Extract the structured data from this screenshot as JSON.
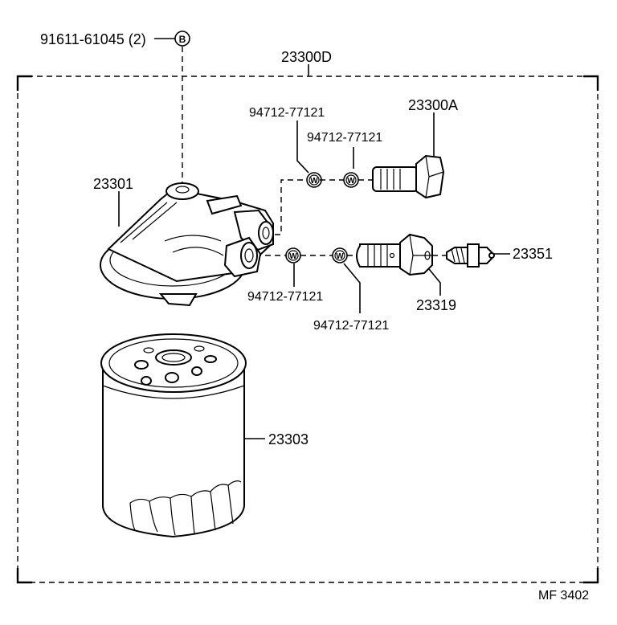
{
  "labels": {
    "bolt_b": "91611-61045 (2)",
    "assembly": "23300D",
    "washer_top_left": "94712-77121",
    "washer_top_right": "94712-77121",
    "union_bolt": "23300A",
    "bracket": "23301",
    "screw": "23351",
    "washer_bottom_left": "94712-77121",
    "washer_bottom_right": "94712-77121",
    "hollow_bolt": "23319",
    "filter": "23303",
    "ref_code": "MF 3402"
  },
  "symbols": {
    "bolt_marker": "B",
    "washer_marker": "W"
  }
}
